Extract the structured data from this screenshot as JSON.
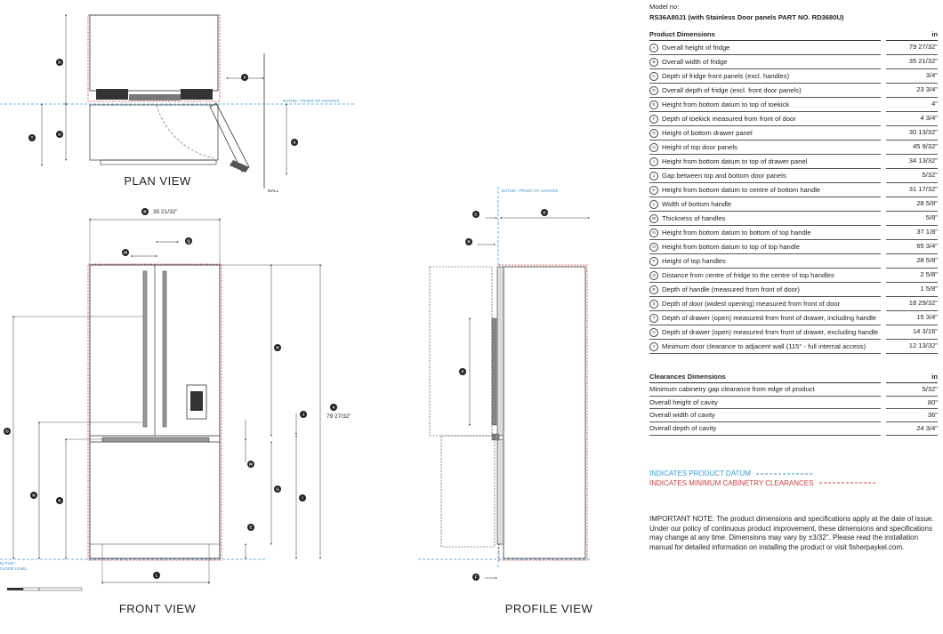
{
  "views": {
    "plan": "PLAN VIEW",
    "front": "FRONT VIEW",
    "profile": "PROFILE VIEW"
  },
  "drawing_labels": {
    "datum_front_chassis": "DATUM : FRONT OF CHASSIS",
    "wall": "WALL",
    "datum_floor_line1": "DATUM :",
    "datum_floor_line2": "FLOOR LEVEL",
    "width_dim": "35 21/32\"",
    "height_dim": "79 27/32\""
  },
  "colors": {
    "datum_blue": "#3a9bd5",
    "clearance_red": "#c9413f",
    "line": "#333333"
  },
  "model": {
    "label": "Model no:",
    "value": "RS36A80J1 (with Stainless Door panels PART NO. RD3680U)"
  },
  "product_dimensions": {
    "header": "Product Dimensions",
    "unit": "in",
    "rows": [
      {
        "key": "A",
        "label": "Overall height of fridge",
        "value": "79 27/32\""
      },
      {
        "key": "B",
        "label": "Overall width of fridge",
        "value": "35 21/32\""
      },
      {
        "key": "C",
        "label": "Depth of fridge front panels (excl. handles)",
        "value": "3/4\""
      },
      {
        "key": "D",
        "label": "Overall depth of fridge (excl. front door panels)",
        "value": "23 3/4\""
      },
      {
        "key": "E",
        "label": "Height from bottom datum to top of toekick",
        "value": "4\""
      },
      {
        "key": "F",
        "label": "Depth of toekick measured from front of door",
        "value": "4 3/4\""
      },
      {
        "key": "G",
        "label": "Height of bottom drawer panel",
        "value": "30 13/32\""
      },
      {
        "key": "H",
        "label": "Height of top door panels",
        "value": "45 9/32\""
      },
      {
        "key": "I",
        "label": "Height from bottom datum to top of drawer panel",
        "value": "34 13/32\""
      },
      {
        "key": "J",
        "label": "Gap between top and bottom door panels",
        "value": "5/32\""
      },
      {
        "key": "K",
        "label": "Height from bottom datum to centre of bottom handle",
        "value": "31 17/32\""
      },
      {
        "key": "L",
        "label": "Width of bottom handle",
        "value": "28 5/8\""
      },
      {
        "key": "M",
        "label": "Thickness of handles",
        "value": "5/8\""
      },
      {
        "key": "N",
        "label": "Height from bottom datum to bottom of top handle",
        "value": "37 1/8\""
      },
      {
        "key": "O",
        "label": "Height from bottom datum to top of top handle",
        "value": "65 3/4\""
      },
      {
        "key": "P",
        "label": "Height of top handles",
        "value": "28 5/8\""
      },
      {
        "key": "Q",
        "label": "Distance from centre of fridge to the centre of top handles",
        "value": "2 5/8\""
      },
      {
        "key": "R",
        "label": "Depth of handle (measured from front of door)",
        "value": "1 5/8\""
      },
      {
        "key": "S",
        "label": "Depth of door (widest opening) measured from front of door",
        "value": "18 29/32\""
      },
      {
        "key": "T",
        "label": "Depth of drawer (open) measured from front of drawer, including handle",
        "value": "15 3/4\""
      },
      {
        "key": "U",
        "label": "Depth of drawer (open) measured from front of drawer, excluding handle",
        "value": "14 3/16\""
      },
      {
        "key": "V",
        "label": "Minimum door clearance to adjacent wall (115° - full internal access)",
        "value": "12 13/32\""
      }
    ]
  },
  "clearances": {
    "header": "Clearances Dimensions",
    "unit": "in",
    "rows": [
      {
        "label": "Minimum cabinetry gap clearance from edge of product",
        "value": "5/32\""
      },
      {
        "label": "Overall height of cavity",
        "value": "80\""
      },
      {
        "label": "Overall width of cavity",
        "value": "36\""
      },
      {
        "label": "Overall depth of cavity",
        "value": "24 3/4\""
      }
    ]
  },
  "legend": {
    "datum": "INDICATES PRODUCT DATUM",
    "clearance": "INDICATES MINIMUM CABINETRY CLEARANCES"
  },
  "note": "IMPORTANT NOTE: The product dimensions and specifications apply at the date of issue. Under our policy of continuous product improvement, these dimensions and specifications may change at any time. Dimensions may vary by ±3/32\". Please read the installation manual for detailed information on installing the product or visit fisherpaykel.com."
}
